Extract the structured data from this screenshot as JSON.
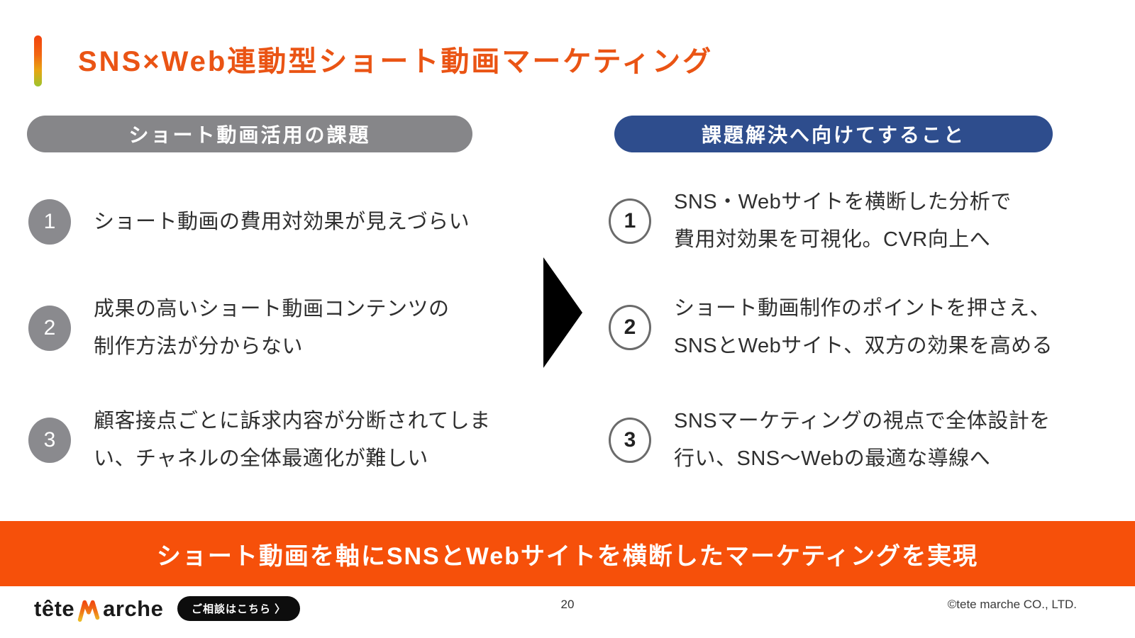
{
  "header": {
    "title": "SNS×Web連動型ショート動画マーケティング"
  },
  "left_panel": {
    "header": "ショート動画活用の課題",
    "items": [
      {
        "num": "1",
        "lines": [
          "ショート動画の費用対効果が見えづらい"
        ]
      },
      {
        "num": "2",
        "lines": [
          "成果の高いショート動画コンテンツの",
          "制作方法が分からない"
        ]
      },
      {
        "num": "3",
        "lines": [
          "顧客接点ごとに訴求内容が分断されてしま",
          "い、チャネルの全体最適化が難しい"
        ]
      }
    ]
  },
  "right_panel": {
    "header": "課題解決へ向けてすること",
    "items": [
      {
        "num": "1",
        "lines": [
          "SNS・Webサイトを横断した分析で",
          "費用対効果を可視化。CVR向上へ"
        ]
      },
      {
        "num": "2",
        "lines": [
          "ショート動画制作のポイントを押さえ、",
          "SNSとWebサイト、双方の効果を高める"
        ]
      },
      {
        "num": "3",
        "lines": [
          "SNSマーケティングの視点で全体設計を",
          "行い、SNS〜Webの最適な導線へ"
        ]
      }
    ]
  },
  "banner": {
    "text": "ショート動画を軸にSNSとWebサイトを横断したマーケティングを実現"
  },
  "footer": {
    "logo_text_prefix": "tête",
    "logo_text_suffix": "arche",
    "consult_button_label": "ご相談はこちら 〉",
    "page_number": "20",
    "copyright": "©tete marche CO., LTD."
  },
  "colors": {
    "brand_orange": "#EA5414",
    "banner_orange": "#F6500A",
    "gray_pill": "#868689",
    "blue_pill": "#2E4D8D",
    "circle_gray": "#8A8A8E",
    "text_dark": "#2F2F2F"
  }
}
